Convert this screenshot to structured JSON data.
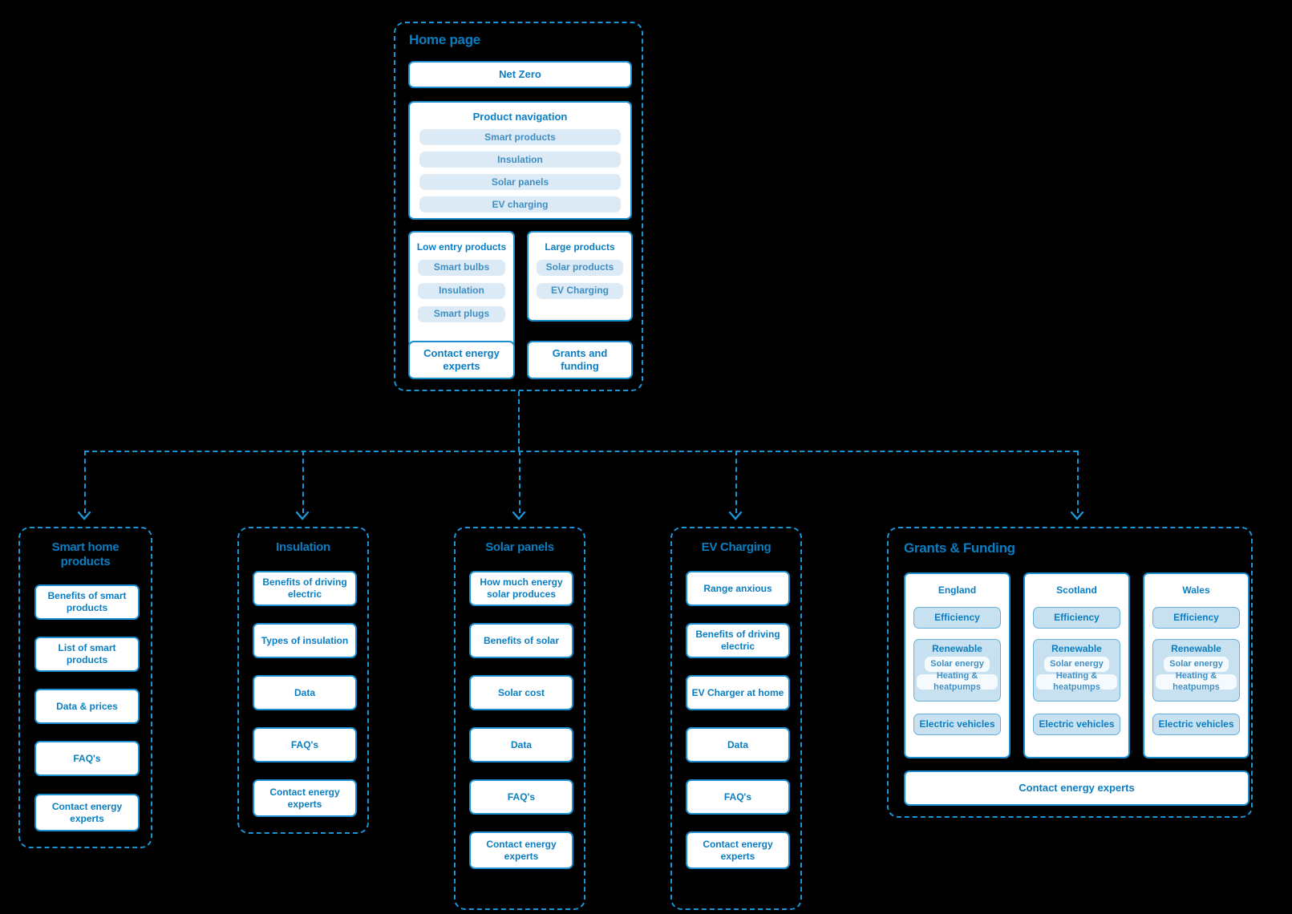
{
  "colors": {
    "background": "#000000",
    "accent": "#0a7ec2",
    "dashed_border": "#1a95d6",
    "card_border": "#1a90d1",
    "card_fill": "#ffffff",
    "pill_fill": "#dceaf5",
    "pill_text": "#3f8fc4",
    "pill_outline_fill": "#c7e1f0",
    "pill_outline_border": "#63b0dc",
    "pill_white_fill": "#f4fafd"
  },
  "home": {
    "title": "Home page",
    "net_zero": "Net Zero",
    "product_navigation": {
      "title": "Product navigation",
      "items": [
        "Smart products",
        "Insulation",
        "Solar panels",
        "EV charging"
      ]
    },
    "low_entry_products": {
      "title": "Low entry products",
      "items": [
        "Smart bulbs",
        "Insulation",
        "Smart plugs"
      ]
    },
    "large_products": {
      "title": "Large products",
      "items": [
        "Solar products",
        "EV Charging"
      ]
    },
    "contact": "Contact energy experts",
    "grants": "Grants and funding"
  },
  "columns": [
    {
      "title": "Smart home products",
      "items": [
        "Benefits of smart products",
        "List of smart products",
        "Data & prices",
        "FAQ's",
        "Contact energy experts"
      ]
    },
    {
      "title": "Insulation",
      "items": [
        "Benefits of driving electric",
        "Types of insulation",
        "Data",
        "FAQ's",
        "Contact energy experts"
      ]
    },
    {
      "title": "Solar panels",
      "items": [
        "How much energy solar produces",
        "Benefits of solar",
        "Solar cost",
        "Data",
        "FAQ's",
        "Contact energy experts"
      ]
    },
    {
      "title": "EV Charging",
      "items": [
        "Range anxious",
        "Benefits of driving electric",
        "EV Charger at home",
        "Data",
        "FAQ's",
        "Contact energy experts"
      ]
    }
  ],
  "grants": {
    "title": "Grants & Funding",
    "regions": [
      {
        "name": "England",
        "efficiency": "Efficiency",
        "renewable": {
          "title": "Renewable",
          "items": [
            "Solar energy",
            "Heating & heatpumps"
          ]
        },
        "electric_vehicles": "Electric vehicles"
      },
      {
        "name": "Scotland",
        "efficiency": "Efficiency",
        "renewable": {
          "title": "Renewable",
          "items": [
            "Solar energy",
            "Heating & heatpumps"
          ]
        },
        "electric_vehicles": "Electric vehicles"
      },
      {
        "name": "Wales",
        "efficiency": "Efficiency",
        "renewable": {
          "title": "Renewable",
          "items": [
            "Solar energy",
            "Heating & heatpumps"
          ]
        },
        "electric_vehicles": "Electric vehicles"
      }
    ],
    "contact": "Contact energy experts"
  }
}
